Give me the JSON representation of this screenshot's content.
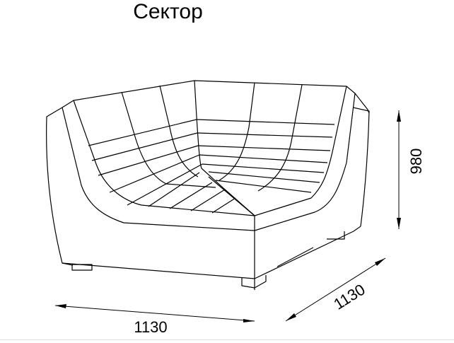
{
  "title": "Сектор",
  "dimensions": {
    "height": "980",
    "width_front": "1130",
    "width_side": "1130"
  },
  "colors": {
    "line": "#000000",
    "background": "#ffffff"
  }
}
